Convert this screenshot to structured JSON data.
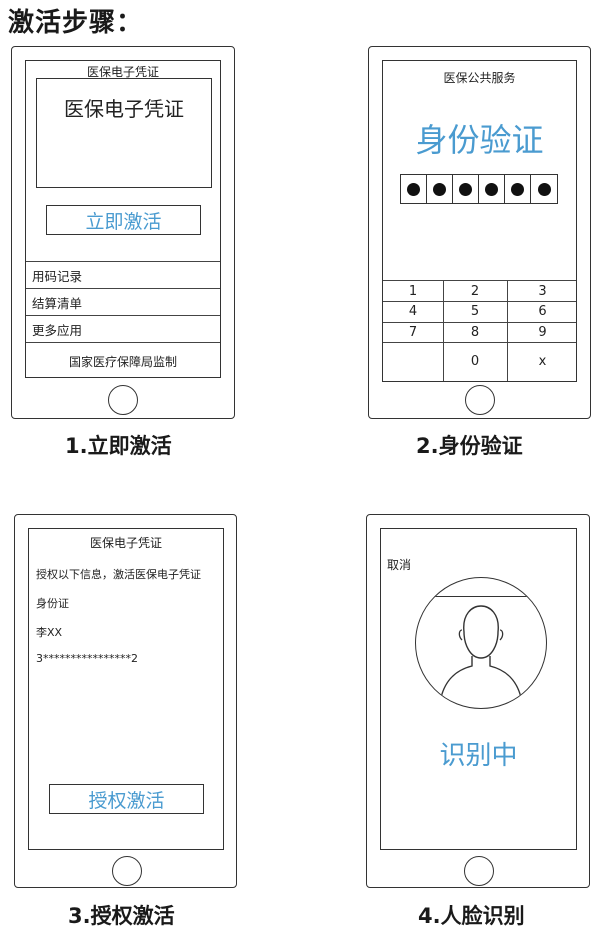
{
  "heading": "激活步骤：",
  "steps": [
    {
      "caption": "1.立即激活",
      "screen_title": "医保电子凭证",
      "card_title": "医保电子凭证",
      "button": "立即激活",
      "menu": [
        "用码记录",
        "结算清单",
        "更多应用"
      ],
      "footer": "国家医疗保障局监制"
    },
    {
      "caption": "2.身份验证",
      "screen_title": "医保公共服务",
      "big_title": "身份验证",
      "pin_length": 6,
      "keys": [
        "1",
        "2",
        "3",
        "4",
        "5",
        "6",
        "7",
        "8",
        "9",
        "",
        "0",
        "x"
      ]
    },
    {
      "caption": "3.授权激活",
      "screen_title": "医保电子凭证",
      "lines": [
        "授权以下信息，激活医保电子凭证",
        "身份证",
        "李XX",
        "3****************2"
      ],
      "button": "授权激活"
    },
    {
      "caption": "4.人脸识别",
      "cancel": "取消",
      "status": "识别中"
    }
  ],
  "colors": {
    "accent": "#4a9bd0",
    "line": "#333333"
  }
}
